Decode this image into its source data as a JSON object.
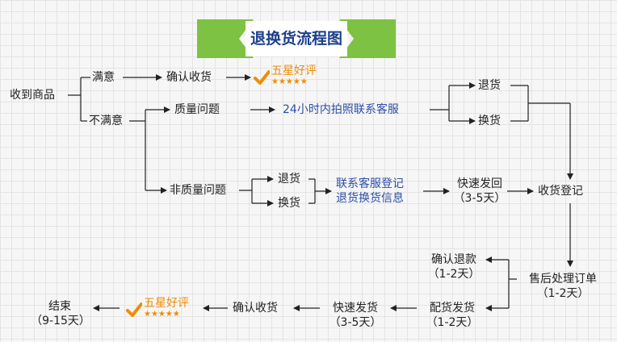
{
  "title": "退换货流程图",
  "nodes": {
    "receive": "收到商品",
    "satisfied": "满意",
    "unsatisfied": "不满意",
    "confirm_receipt_top": "确认收货",
    "quality_issue": "质量问题",
    "contact_service": "24小时内拍照联系客服",
    "return_top": "退货",
    "exchange_top": "换货",
    "non_quality_issue": "非质量问题",
    "return_mid": "退货",
    "exchange_mid": "换货",
    "register_line1": "联系客服登记",
    "register_line2": "退货换货信息",
    "fast_return": "快速发回",
    "fast_return_days": "（3-5天）",
    "receive_register": "收货登记",
    "confirm_refund": "确认退款",
    "confirm_refund_days": "（1-2天）",
    "aftersale": "售后处理订单",
    "aftersale_days": "（1-2天）",
    "dispatch": "配货发货",
    "dispatch_days": "（1-2天）",
    "fast_ship": "快速发货",
    "fast_ship_days": "（3-5天）",
    "confirm_receipt_bottom": "确认收货",
    "end": "结束",
    "end_days": "（9-15天）"
  },
  "badges": {
    "top": {
      "text": "五星好评",
      "stars": "★★★★★"
    },
    "bottom": {
      "text": "五星好评",
      "stars": "★★★★★"
    }
  },
  "colors": {
    "title": "#1c3f8c",
    "title_bg": "#ffffff",
    "accent_green": "#7dc242",
    "blue_text": "#2b4ea8",
    "orange": "#f08c00",
    "line": "#222222"
  }
}
